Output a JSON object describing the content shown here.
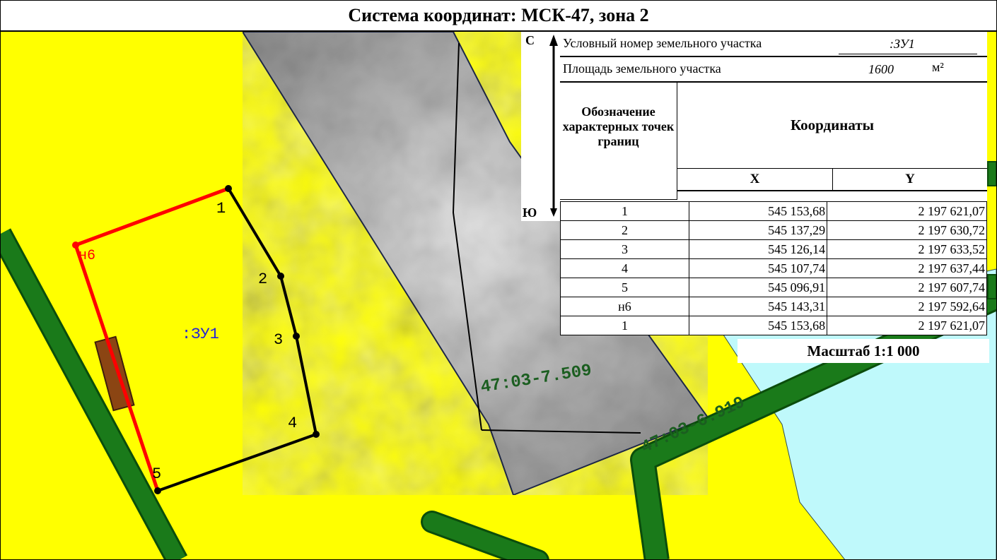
{
  "title": "Система координат: МСК-47, зона 2",
  "north_arrow": {
    "north": "С",
    "south": "Ю"
  },
  "parcel_info": {
    "number_label": "Условный номер земельного участка",
    "number_value": ":ЗУ1",
    "area_label": "Площадь земельного участка",
    "area_value": "1600",
    "area_unit": "м²"
  },
  "coords_table": {
    "col_point": "Обозначение характерных точек границ",
    "col_coords": "Координаты",
    "col_x": "X",
    "col_y": "Y",
    "rows": [
      {
        "point": "1",
        "x": "545 153,68",
        "y": "2 197 621,07"
      },
      {
        "point": "2",
        "x": "545 137,29",
        "y": "2 197 630,72"
      },
      {
        "point": "3",
        "x": "545 126,14",
        "y": "2 197 633,52"
      },
      {
        "point": "4",
        "x": "545 107,74",
        "y": "2 197 637,44"
      },
      {
        "point": "5",
        "x": "545 096,91",
        "y": "2 197 607,74"
      },
      {
        "point": "н6",
        "x": "545 143,31",
        "y": "2 197 592,64"
      },
      {
        "point": "1",
        "x": "545 153,68",
        "y": "2 197 621,07"
      }
    ]
  },
  "scale": "Масштаб 1:1 000",
  "map": {
    "parcel_label": ":ЗУ1",
    "point_labels": [
      "1",
      "2",
      "3",
      "4",
      "5",
      "н6"
    ],
    "cadastral_quarters": [
      "47:03-7.509",
      "47:03-6.919"
    ],
    "colors": {
      "land": "#ffff00",
      "water": "#bff9fb",
      "road": "#1a7a1a",
      "road_edge": "#0b4d0b",
      "new_boundary": "#ff0000",
      "existing_boundary": "#000000",
      "building": "#8b4513",
      "parcel_label": "#2323d6",
      "quarter_label": "#1b5e20"
    }
  }
}
